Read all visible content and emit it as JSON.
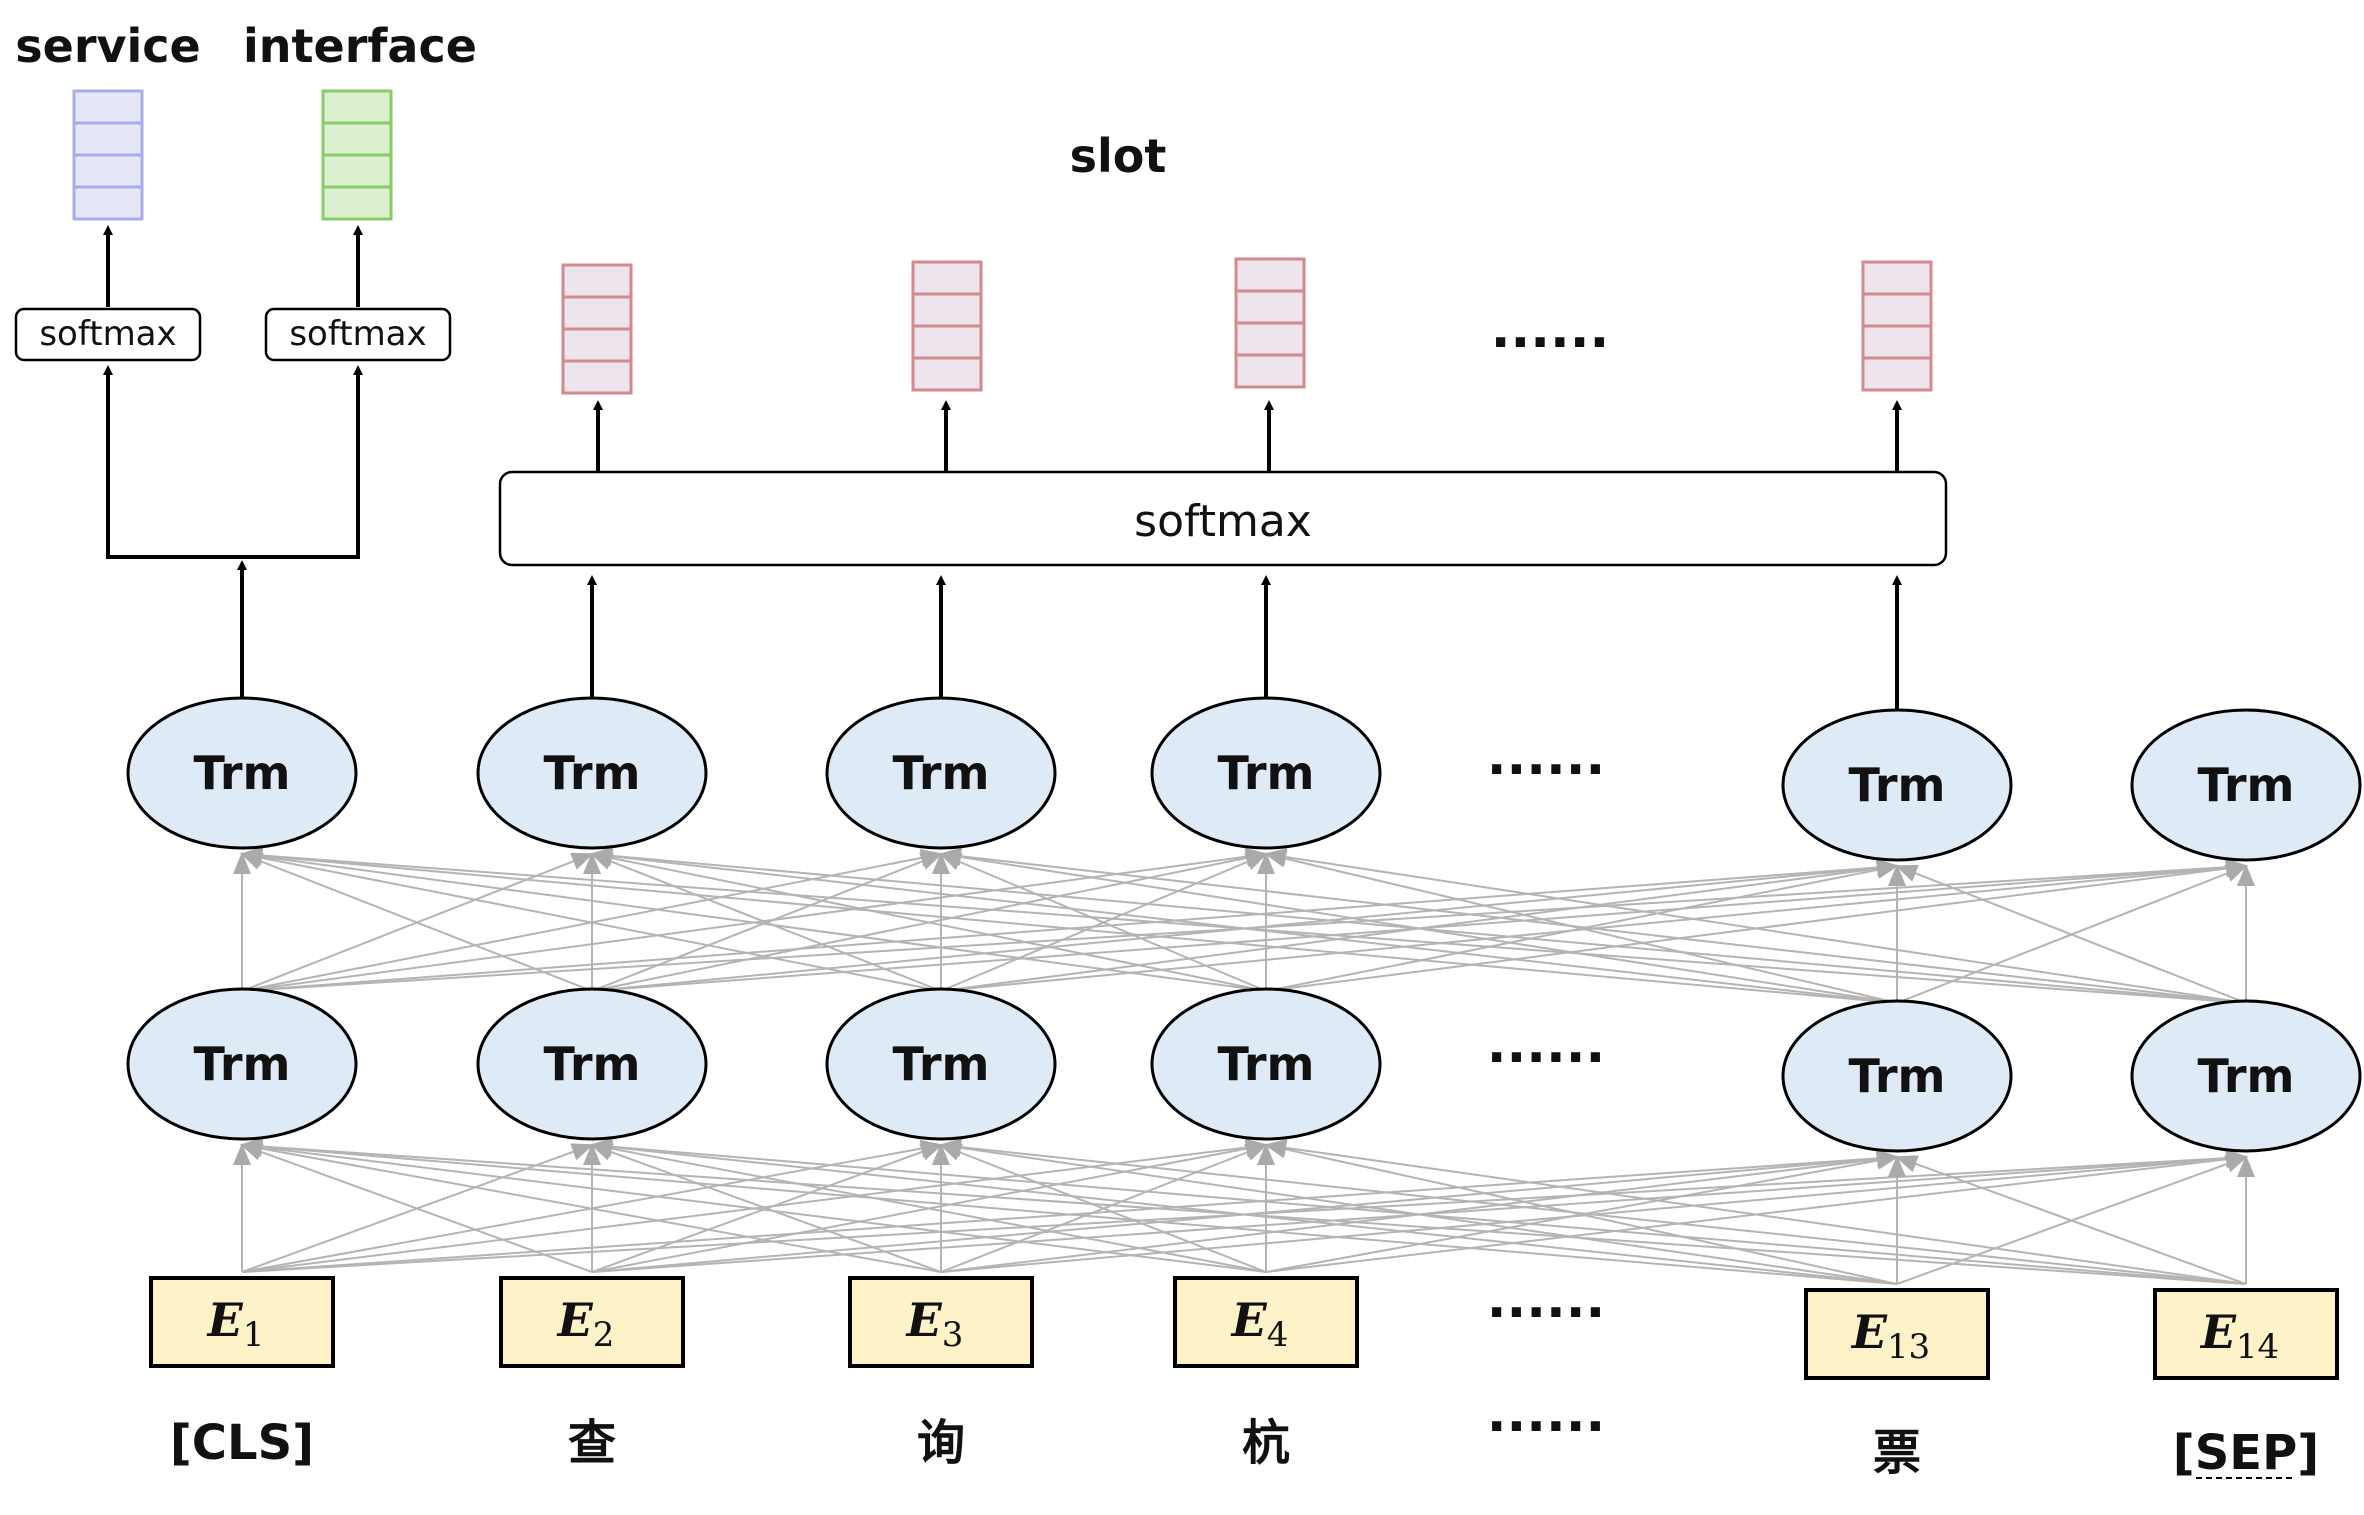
{
  "heads": [
    {
      "label": "service",
      "color": "#a7acea",
      "fill": "#e6e8f8"
    },
    {
      "label": "interface",
      "color": "#86cc6a",
      "fill": "#dcf0d0"
    }
  ],
  "slot_title": "slot",
  "slot_color": "#d28a8f",
  "slot_fill": "#ede4ee",
  "small_softmax_label": "softmax",
  "big_softmax_label": "softmax",
  "trm_label": "Trm",
  "trm_fill": "#deeaf6",
  "embed_fill": "#fdf2c8",
  "ellipsis": "······",
  "embeddings": [
    {
      "base": "E",
      "sub": "1"
    },
    {
      "base": "E",
      "sub": "2"
    },
    {
      "base": "E",
      "sub": "3"
    },
    {
      "base": "E",
      "sub": "4"
    },
    {
      "base": "E",
      "sub": "13"
    },
    {
      "base": "E",
      "sub": "14"
    }
  ],
  "tokens": [
    "[CLS]",
    "查",
    "询",
    "杭",
    "票",
    "[SEP]"
  ]
}
